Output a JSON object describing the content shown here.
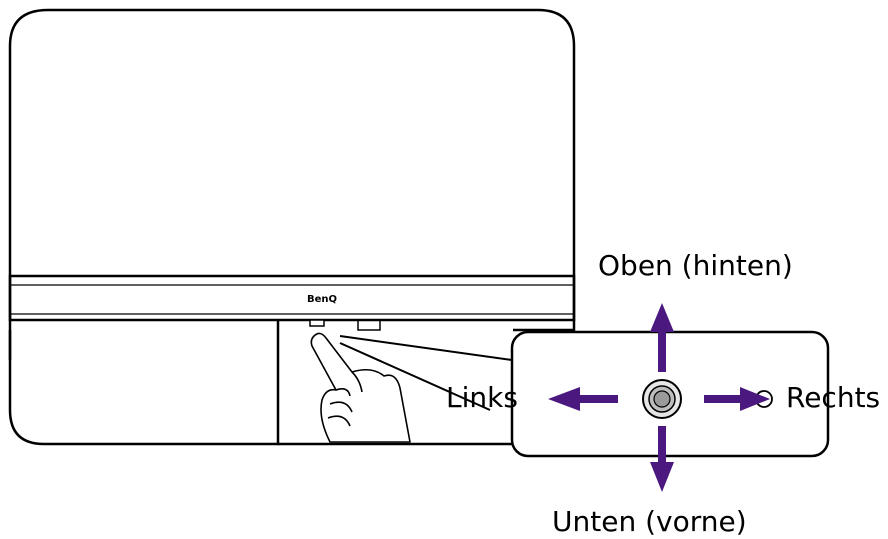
{
  "brand_logo": "BenQ",
  "labels": {
    "up": "Oben (hinten)",
    "down": "Unten (vorne)",
    "left": "Links",
    "right": "Rechts"
  },
  "colors": {
    "arrow": "#4b1880",
    "outline": "#000000"
  },
  "icons": [
    "hand-pointer-icon",
    "joystick-icon",
    "arrow-up-icon",
    "arrow-down-icon",
    "arrow-left-icon",
    "arrow-right-icon"
  ]
}
